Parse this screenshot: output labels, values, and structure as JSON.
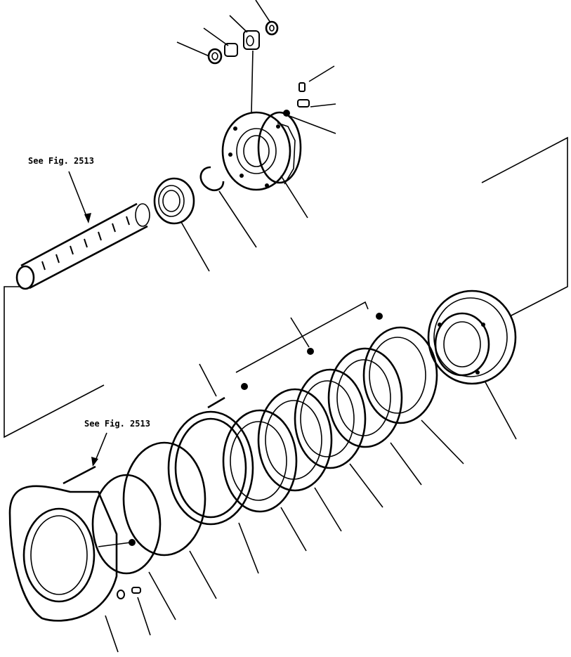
{
  "diagram": {
    "callouts": [
      {
        "id": "callout-upper",
        "text": "See Fig. 2513"
      },
      {
        "id": "callout-lower",
        "text": "See Fig. 2513"
      }
    ],
    "colors": {
      "ink": "#000000",
      "paper": "#ffffff"
    }
  }
}
